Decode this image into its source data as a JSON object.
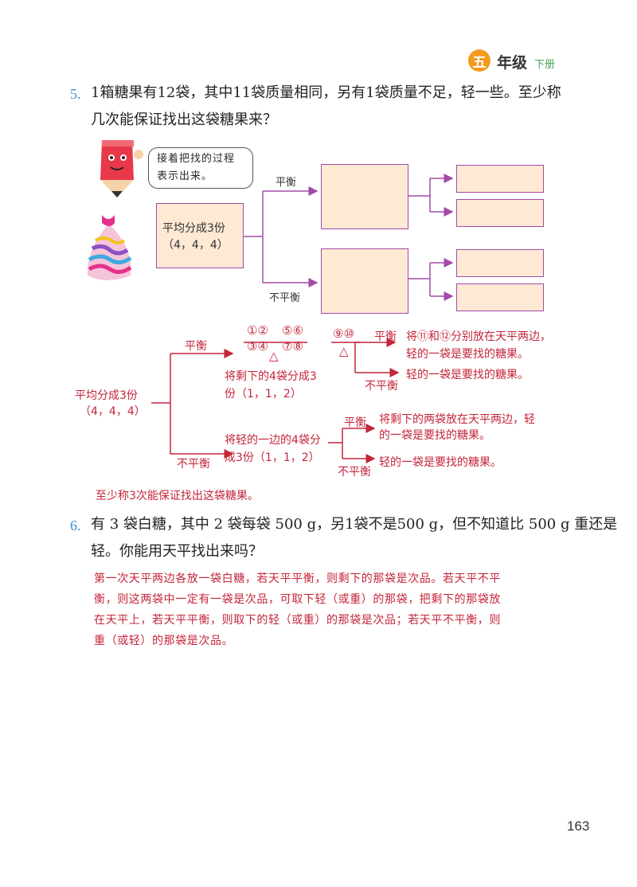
{
  "header": {
    "grade_badge": "五",
    "grade": "年级",
    "volume": "下册"
  },
  "q5": {
    "number": "5.",
    "line1": "1箱糖果有12袋，其中11袋质量相同，另有1袋质量不足，轻一些。至少称",
    "line2": "几次能保证找出这袋糖果来？",
    "bubble": "接着把找的过程表示出来。",
    "box_line1": "平均分成3份",
    "box_line2": "（4，4，4）",
    "label_balance": "平衡",
    "label_unbalance": "不平衡"
  },
  "solution": {
    "root_line1": "平均分成3份",
    "root_line2": "（4，4，4）",
    "top_balance": "平衡",
    "bottom_unbalance": "不平衡",
    "scale1_left_top": "①②",
    "scale1_left_bottom": "③④",
    "scale1_right_top": "⑤⑥",
    "scale1_right_bottom": "⑦⑧",
    "scale_mark": "△",
    "mid_top_line1": "将剩下的4袋分成3",
    "mid_top_line2": "份（1，1，2）",
    "scale2": "⑨⑩",
    "sub_balance": "平衡",
    "sub_unbalance": "不平衡",
    "res1_line1": "将⑪和⑫分别放在天平两边，",
    "res1_line2": "轻的一袋是要找的糖果。",
    "res2": "轻的一袋是要找的糖果。",
    "mid_bot_line1": "将轻的一边的4袋分",
    "mid_bot_line2": "成3份（1，1，2）",
    "sub2_balance": "平衡",
    "sub2_unbalance": "不平衡",
    "res3_line1": "将剩下的两袋放在天平两边，轻",
    "res3_line2": "的一袋是要找的糖果。",
    "res4": "轻的一袋是要找的糖果。",
    "conclusion": "至少称3次能保证找出这袋糖果。"
  },
  "q6": {
    "number": "6.",
    "line1": "有 3 袋白糖，其中 2 袋每袋 500 g，另1袋不是500 g，但不知道比 500 g 重还是",
    "line2": "轻。你能用天平找出来吗？",
    "answer_line1": "第一次天平两边各放一袋白糖，若天平平衡，则剩下的那袋是次品。若天平不平",
    "answer_line2": "衡，则这两袋中一定有一袋是次品，可取下轻（或重）的那袋，把剩下的那袋放",
    "answer_line3": "在天平上，若天平平衡，则取下的轻（或重）的那袋是次品；若天平不平衡，则",
    "answer_line4": "重（或轻）的那袋是次品。"
  },
  "page_number": "163",
  "colors": {
    "answer_red": "#c4253a",
    "box_fill": "#fde9d4",
    "box_border": "#a34aa8",
    "grade_orange": "#f39a1e"
  }
}
